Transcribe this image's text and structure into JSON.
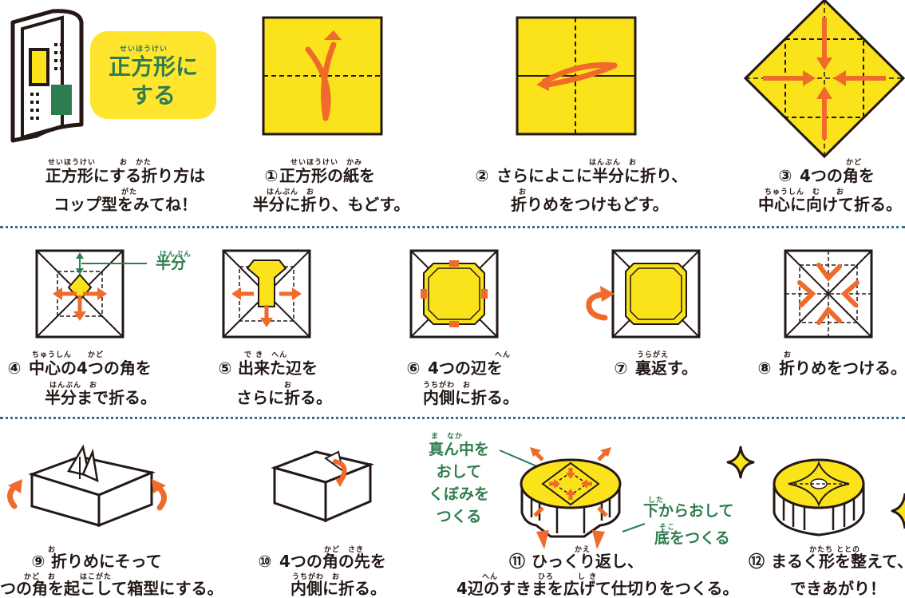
{
  "intro": {
    "badge_ruby": "せいほうけい",
    "badge_line1": "正方形に",
    "badge_line2": "する",
    "note_ruby": "せいほうけい　　　お　かた",
    "note_line1": "正方形にする折り方は",
    "note_line2_ruby": "がた",
    "note_line2": "コップ型をみてね！"
  },
  "steps": [
    {
      "number": "①",
      "ruby1": "せいほうけい　かみ",
      "line1": "正方形の紙を",
      "ruby2": "はんぶん　お",
      "line2": "半分に折り、もどす。"
    },
    {
      "number": "②",
      "ruby1": "はんぶん　お",
      "line1": "さらによこに半分に折り、",
      "ruby2": "お",
      "line2": "折りめをつけもどす。"
    },
    {
      "number": "③",
      "ruby1": "かど",
      "line1": "4つの角を",
      "ruby2": "ちゅうしん　む　　お",
      "line2": "中心に向けて折る。"
    },
    {
      "number": "④",
      "ruby1": "ちゅうしん　　かど",
      "line1": "中心の4つの角を",
      "ruby2": "はんぶん　お",
      "line2": "半分まで折る。"
    },
    {
      "number": "⑤",
      "ruby1": "で き　へん",
      "line1": "出来た辺を",
      "ruby2": "お",
      "line2": "さらに折る。"
    },
    {
      "number": "⑥",
      "ruby1": "へん",
      "line1": "4つの辺を",
      "ruby2": "うちがわ　お",
      "line2": "内側に折る。"
    },
    {
      "number": "⑦",
      "ruby1": "うらがえ",
      "line1": "裏返す。",
      "ruby2": "",
      "line2": ""
    },
    {
      "number": "⑧",
      "ruby1": "お",
      "line1": "折りめをつける。",
      "ruby2": "",
      "line2": ""
    },
    {
      "number": "⑨",
      "ruby1": "お",
      "line1": "折りめにそって",
      "ruby2": "かど　お　　　はこがた",
      "line2": "つの角を起こして箱型にする。"
    },
    {
      "number": "⑩",
      "ruby1": "かど　さき",
      "line1": "4つの角の先を",
      "ruby2": "うちがわ　お",
      "line2": "内側に折る。"
    },
    {
      "number": "⑪",
      "ruby1": "かえ",
      "line1": "ひっくり返し、",
      "ruby2": "へん　　　　　ひろ　　　し き",
      "line2": "4辺のすきまを広げて仕切りをつくる。"
    },
    {
      "number": "⑫",
      "ruby1": "かたち ととの",
      "line1": "まるく形を整えて、",
      "ruby2": "",
      "line2": "できあがり！"
    }
  ],
  "labels": {
    "half_ruby": "はんぶん",
    "half": "半分",
    "center_ruby": "ま　なか",
    "center_lines": [
      "真ん中を",
      "おして",
      "くぼみを",
      "つくる"
    ],
    "bottom_ruby1": "した",
    "bottom_line1": "下からおして",
    "bottom_ruby2": "そこ",
    "bottom_line2": "底をつくる"
  },
  "colors": {
    "paper_yellow": "#fbe31c",
    "badge_yellow": "#ffe52e",
    "arrow_orange": "#ef6a2b",
    "annotation_green": "#2e7d4f",
    "ink": "#231815",
    "dotted_divider": "#3b6b84"
  }
}
